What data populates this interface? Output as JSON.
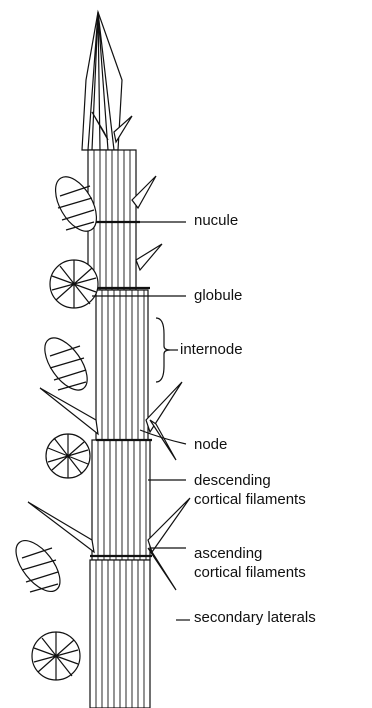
{
  "labels": {
    "nucule": "nucule",
    "globule": "globule",
    "internode": "internode",
    "node": "node",
    "descending_1": "descending",
    "descending_2": "cortical filaments",
    "ascending_1": "ascending",
    "ascending_2": "cortical filaments",
    "secondary": "secondary laterals"
  },
  "colors": {
    "ink": "#111111",
    "background": "#ffffff"
  }
}
